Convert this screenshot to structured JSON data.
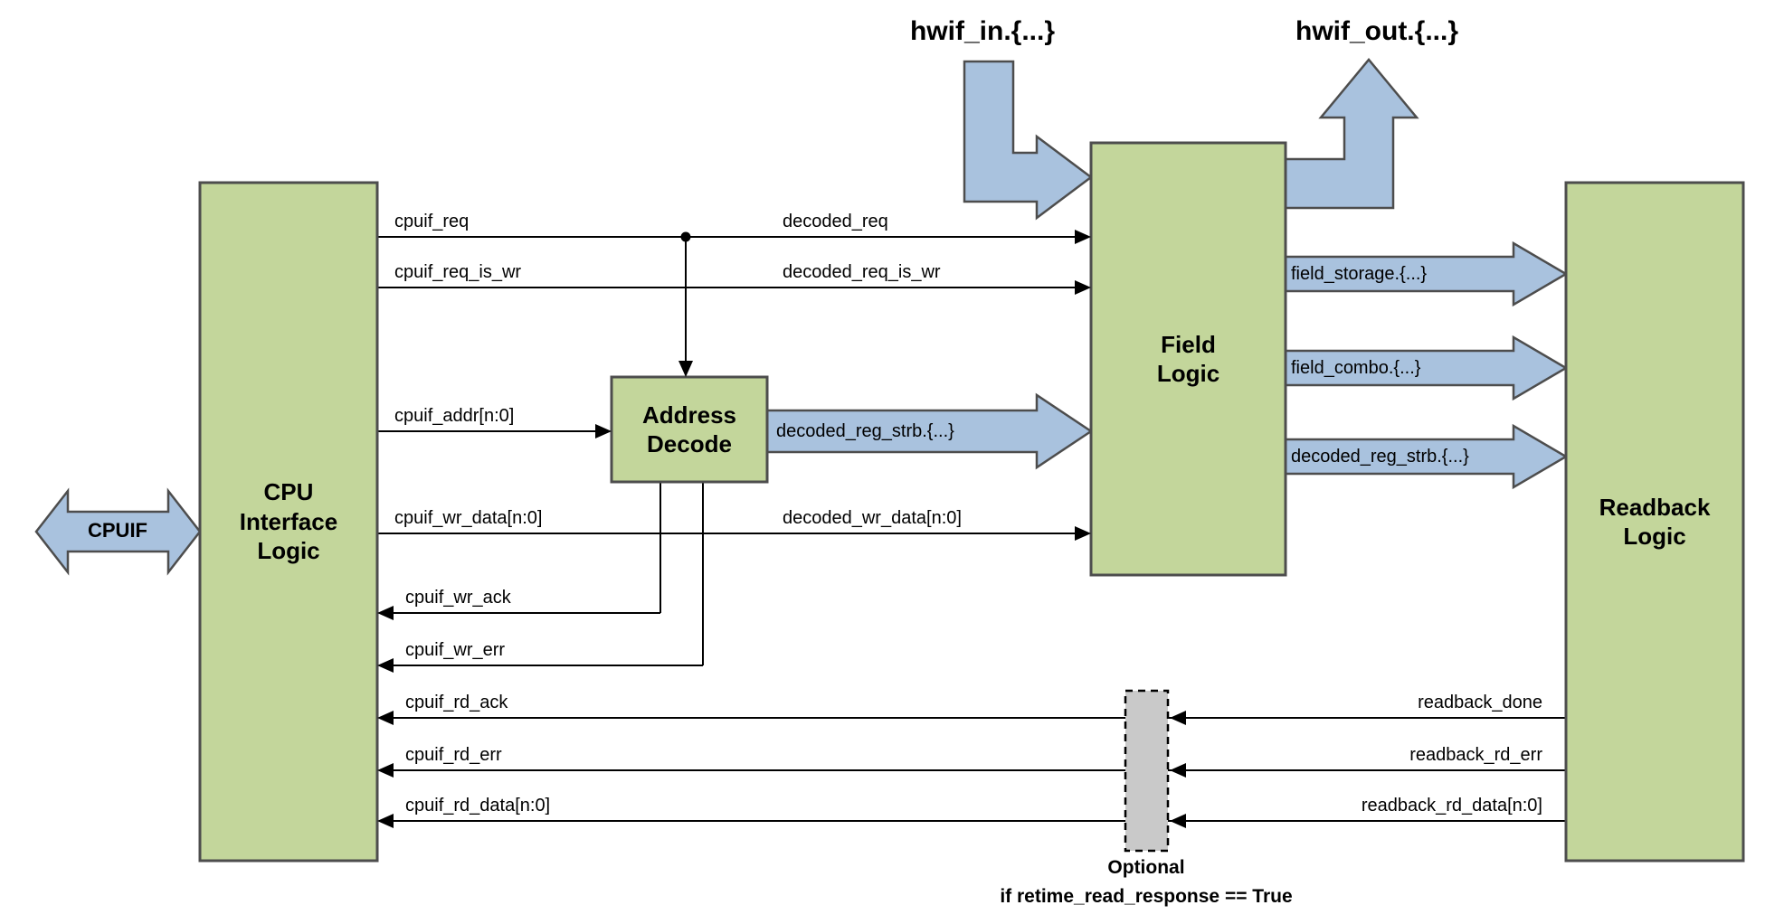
{
  "colors": {
    "block_fill": "#c3d69b",
    "block_stroke": "#4d4d4d",
    "arrow_fill": "#a9c2de",
    "arrow_stroke": "#4d4d4d",
    "optional_fill": "#c9c9c9",
    "line": "#000000"
  },
  "blocks": {
    "cpuif_bus": {
      "label": "CPUIF"
    },
    "cpu_interface": {
      "label": "CPU\nInterface\nLogic"
    },
    "address_decode": {
      "label": "Address\nDecode"
    },
    "field_logic": {
      "label": "Field\nLogic"
    },
    "readback_logic": {
      "label": "Readback\nLogic"
    }
  },
  "hwif": {
    "in_label": "hwif_in.{...}",
    "out_label": "hwif_out.{...}"
  },
  "signals": {
    "cpuif_req": "cpuif_req",
    "decoded_req": "decoded_req",
    "cpuif_req_is_wr": "cpuif_req_is_wr",
    "decoded_req_is_wr": "decoded_req_is_wr",
    "cpuif_addr": "cpuif_addr[n:0]",
    "decoded_reg_strb": "decoded_reg_strb.{...}",
    "cpuif_wr_data": "cpuif_wr_data[n:0]",
    "decoded_wr_data": "decoded_wr_data[n:0]",
    "cpuif_wr_ack": "cpuif_wr_ack",
    "cpuif_wr_err": "cpuif_wr_err",
    "cpuif_rd_ack": "cpuif_rd_ack",
    "cpuif_rd_err": "cpuif_rd_err",
    "cpuif_rd_data": "cpuif_rd_data[n:0]",
    "readback_done": "readback_done",
    "readback_rd_err": "readback_rd_err",
    "readback_rd_data": "readback_rd_data[n:0]",
    "field_storage": "field_storage.{...}",
    "field_combo": "field_combo.{...}",
    "decoded_reg_strb_rb": "decoded_reg_strb.{...}"
  },
  "optional": {
    "title": "Optional",
    "condition": "if retime_read_response == True"
  }
}
